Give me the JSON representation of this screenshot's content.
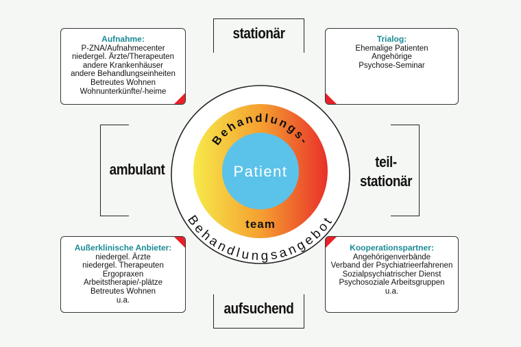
{
  "modes": {
    "top": "stationär",
    "left": "ambulant",
    "right_line1": "teil-",
    "right_line2": "stationär",
    "bottom": "aufsuchend"
  },
  "center": {
    "patient": "Patient",
    "ring_top": "Behandlungs-",
    "ring_bottom": "team",
    "outer_text": "Behandlungsangebot"
  },
  "cards": {
    "top_left": {
      "title": "Aufnahme:",
      "lines": [
        "P-ZNA/Aufnahmecenter",
        "niedergel. Ärzte/Therapeuten",
        "andere Krankenhäuser",
        "andere Behandlungseinheiten",
        "Betreutes Wohnen",
        "Wohnunterkünfte/-heime"
      ]
    },
    "top_right": {
      "title": "Trialog:",
      "lines": [
        "Ehemalige Patienten",
        "Angehörige",
        "Psychose-Seminar"
      ]
    },
    "bottom_left": {
      "title": "Außerklinische Anbieter:",
      "lines": [
        "niedergel. Ärzte",
        "niedergel. Therapeuten",
        "Ergopraxen",
        "Arbeitstherapie/-plätze",
        "Betreutes Wohnen",
        "u.a."
      ]
    },
    "bottom_right": {
      "title": "Kooperationspartner:",
      "lines": [
        "Angehörigenverbände",
        "Verband der Psychiatrieerfahrenen",
        "Sozialpsychiatrischer Dienst",
        "Psychosoziale Arbeitsgruppen",
        "u.a."
      ]
    }
  },
  "colors": {
    "accent_title": "#1a8a95",
    "corner_red": "#e8202a",
    "patient_blue": "#5bc2ea",
    "ring_yellow": "#f7e84a",
    "ring_orange": "#f5a030",
    "ring_red": "#e8302a"
  }
}
